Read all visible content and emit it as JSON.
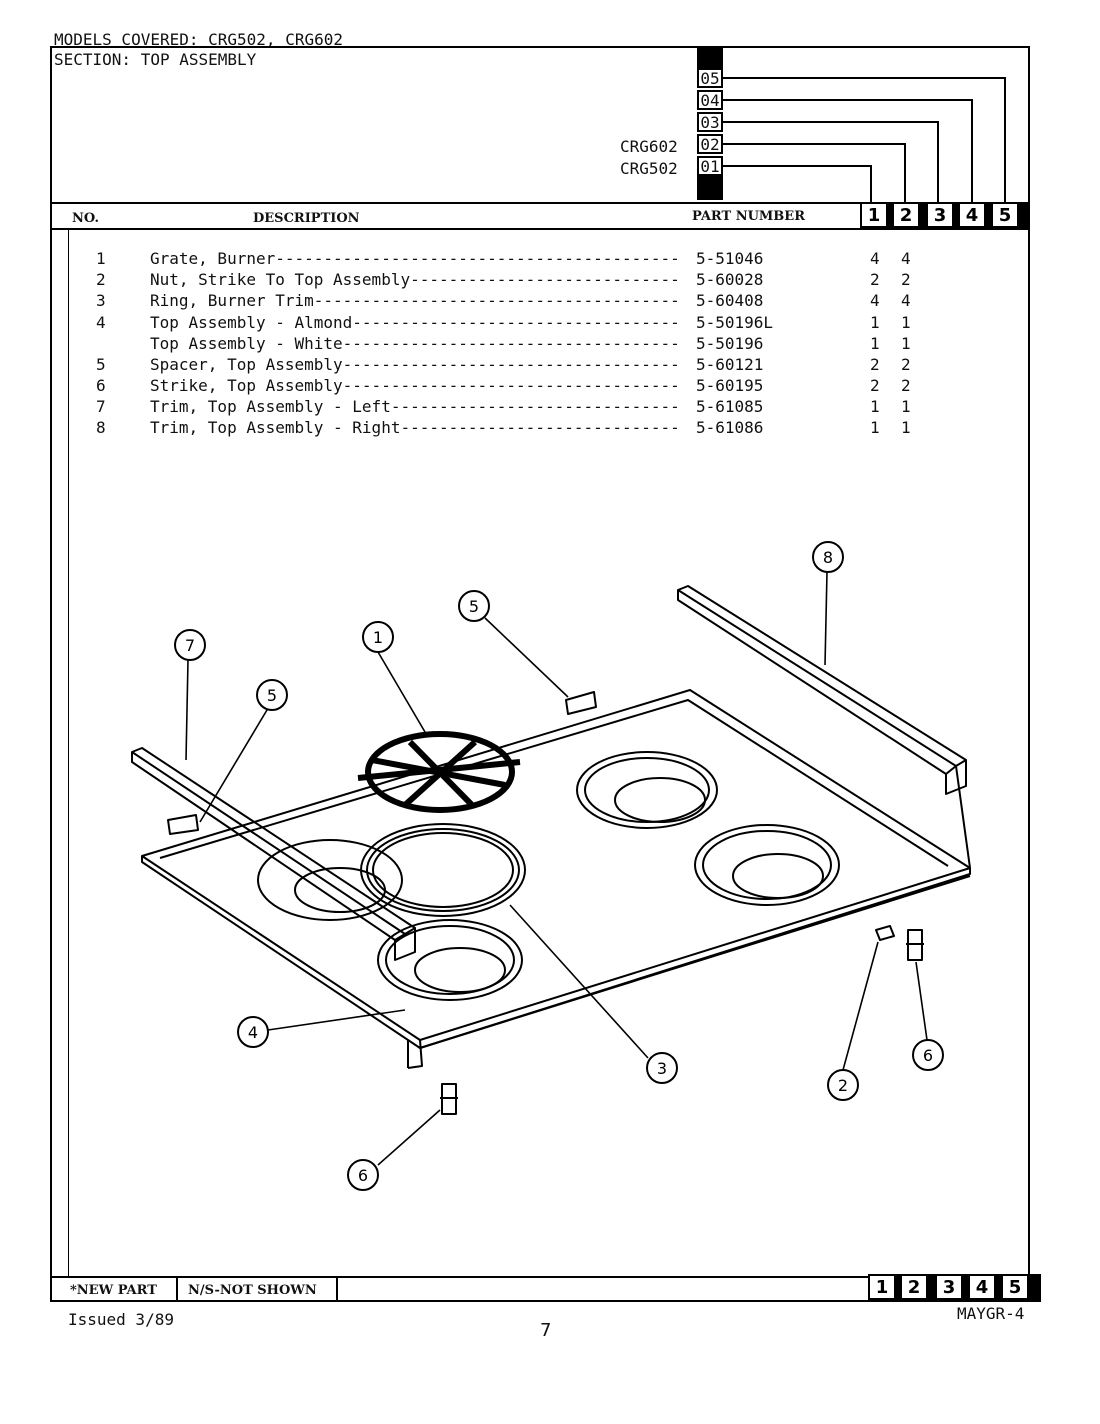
{
  "header": {
    "models_covered": "MODELS COVERED:  CRG502, CRG602",
    "section": "SECTION:  TOP ASSEMBLY",
    "model_codes": [
      "05",
      "04",
      "03",
      "02",
      "01"
    ],
    "model_names": [
      "CRG602",
      "CRG502"
    ]
  },
  "table": {
    "col_no": "NO.",
    "col_desc": "DESCRIPTION",
    "col_part": "PART NUMBER",
    "columns": [
      "1",
      "2",
      "3",
      "4",
      "5"
    ],
    "rows": [
      {
        "no": "1",
        "desc": "Grate, Burner---------------------------------------------",
        "part": "5-51046",
        "q1": "4",
        "q2": "4"
      },
      {
        "no": "2",
        "desc": "Nut, Strike To Top Assembly-------------------------------",
        "part": "5-60028",
        "q1": "2",
        "q2": "2"
      },
      {
        "no": "3",
        "desc": "Ring, Burner Trim-----------------------------------------",
        "part": "5-60408",
        "q1": "4",
        "q2": "4"
      },
      {
        "no": "4",
        "desc": "Top Assembly - Almond-------------------------------------",
        "part": "5-50196L",
        "q1": "1",
        "q2": "1"
      },
      {
        "no": "",
        "desc": "Top Assembly - White--------------------------------------",
        "part": "5-50196",
        "q1": "1",
        "q2": "1"
      },
      {
        "no": "5",
        "desc": "Spacer, Top Assembly--------------------------------------",
        "part": "5-60121",
        "q1": "2",
        "q2": "2"
      },
      {
        "no": "6",
        "desc": "Strike, Top Assembly--------------------------------------",
        "part": "5-60195",
        "q1": "2",
        "q2": "2"
      },
      {
        "no": "7",
        "desc": "Trim, Top Assembly - Left---------------------------------",
        "part": "5-61085",
        "q1": "1",
        "q2": "1"
      },
      {
        "no": "8",
        "desc": "Trim, Top Assembly - Right--------------------------------",
        "part": "5-61086",
        "q1": "1",
        "q2": "1"
      }
    ]
  },
  "diagram": {
    "callouts": [
      "1",
      "2",
      "3",
      "4",
      "5",
      "5",
      "6",
      "6",
      "7",
      "8"
    ]
  },
  "footer": {
    "new_part": "*NEW PART",
    "not_shown": "N/S-NOT SHOWN",
    "columns": [
      "1",
      "2",
      "3",
      "4",
      "5"
    ],
    "issued": "Issued 3/89",
    "page": "7",
    "code": "MAYGR-4"
  }
}
